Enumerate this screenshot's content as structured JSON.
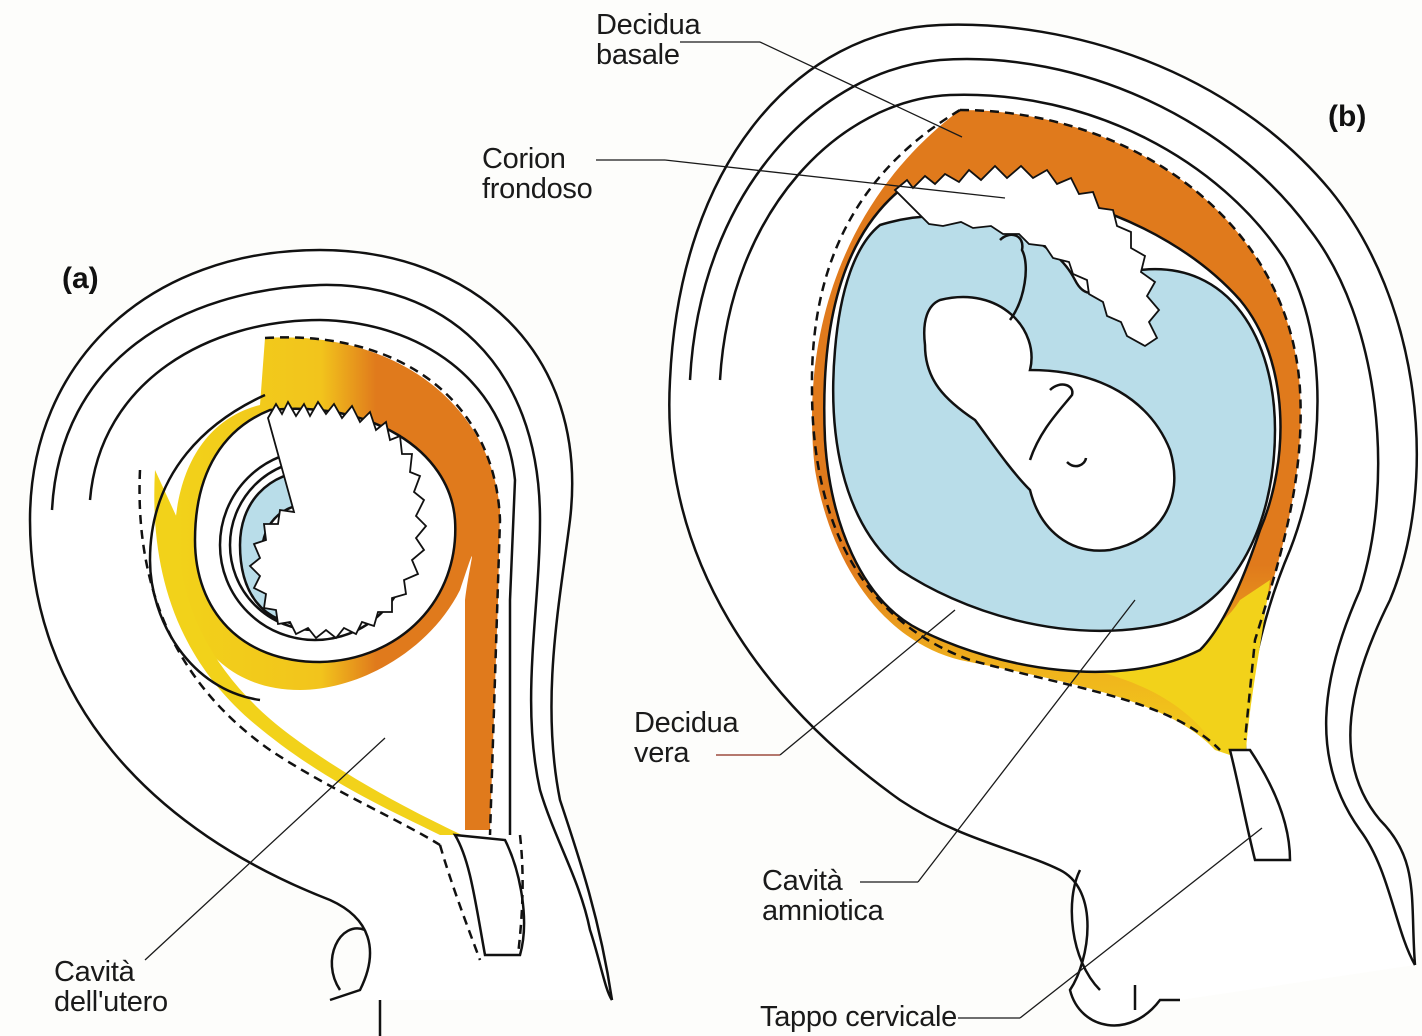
{
  "panels": {
    "a": {
      "label": "(a)"
    },
    "b": {
      "label": "(b)"
    }
  },
  "labels": {
    "decidua_basale": {
      "line1": "Decidua",
      "line2": "basale"
    },
    "corion_frondoso": {
      "line1": "Corion",
      "line2": "frondoso"
    },
    "decidua_vera": {
      "line1": "Decidua",
      "line2": "vera"
    },
    "cavita_amniotica": {
      "line1": "Cavità",
      "line2": "amniotica"
    },
    "tappo_cervicale": {
      "line1": "Tappo cervicale"
    },
    "cavita_utero": {
      "line1": "Cavità",
      "line2": "dell'utero"
    }
  },
  "colors": {
    "decidua_basale_orange": "#e07a1c",
    "decidua_yellow": "#f2d21a",
    "amniotic_blue": "#b9dde9",
    "outline": "#111111",
    "leader_red": "#8a2a1a"
  }
}
